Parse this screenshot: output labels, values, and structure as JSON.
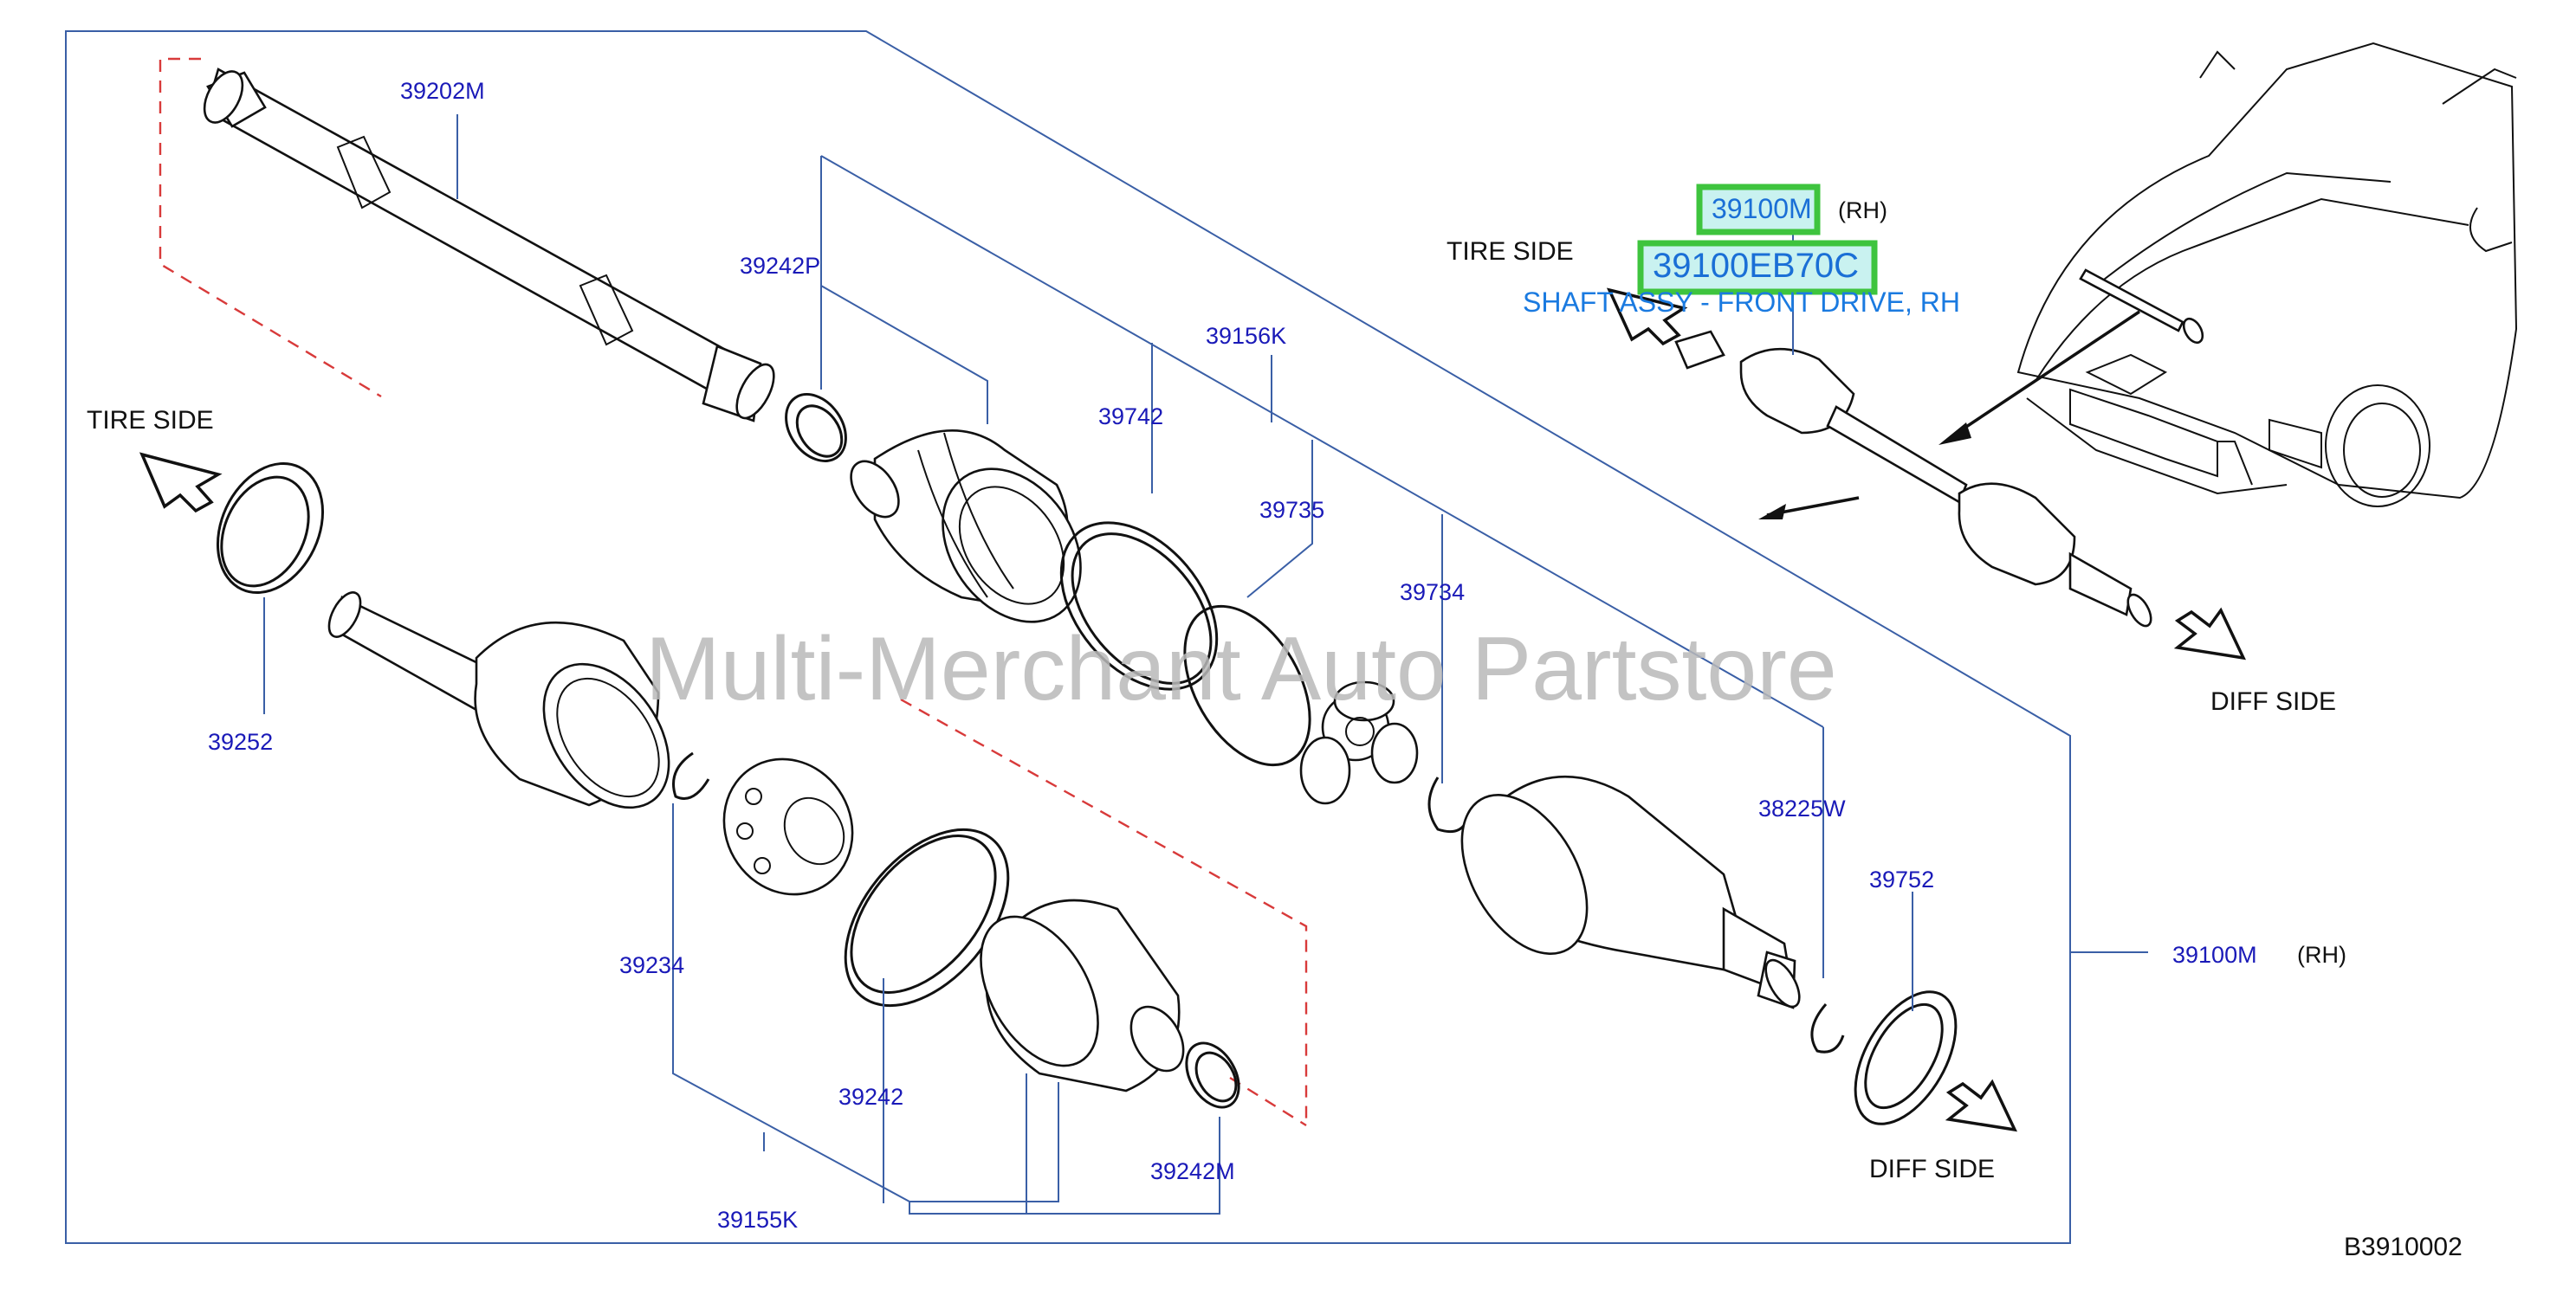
{
  "watermark": "Multi-Merchant Auto Partstore",
  "diagram_code": "B3910002",
  "highlight": {
    "part_number": "39100M",
    "side_note": "(RH)",
    "oem_number": "39100EB70C",
    "description": "SHAFT ASSY - FRONT DRIVE, RH"
  },
  "labels": {
    "tire_side": "TIRE  SIDE",
    "diff_side": "DIFF  SIDE",
    "rh": "(RH)"
  },
  "callouts": [
    "39202M",
    "39242P",
    "39156K",
    "39742",
    "39735",
    "39734",
    "39252",
    "38225W",
    "39752",
    "39100M",
    "39234",
    "39242",
    "39242M",
    "39155K"
  ]
}
